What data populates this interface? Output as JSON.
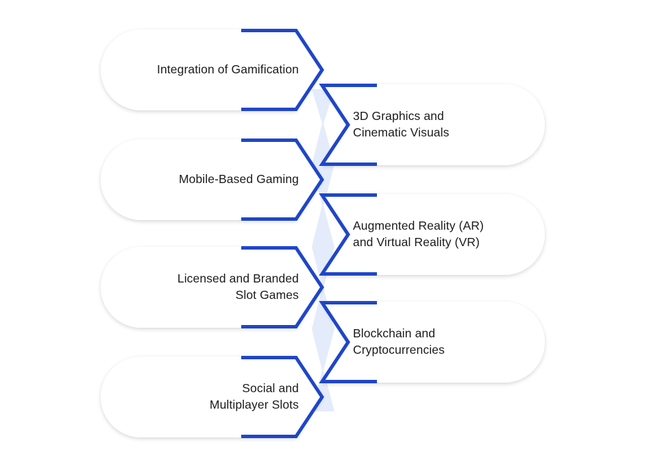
{
  "colors": {
    "accent": "#1f46c8",
    "connector": "#e4ebfb",
    "card": "#ffffff",
    "text": "#1b1b1b"
  },
  "items": [
    {
      "side": "left",
      "lines": [
        "Integration of Gamification"
      ]
    },
    {
      "side": "right",
      "lines": [
        "3D Graphics and",
        "Cinematic Visuals"
      ]
    },
    {
      "side": "left",
      "lines": [
        "Mobile-Based Gaming"
      ]
    },
    {
      "side": "right",
      "lines": [
        "Augmented Reality (AR)",
        "and Virtual Reality (VR)"
      ]
    },
    {
      "side": "left",
      "lines": [
        "Licensed and Branded",
        "Slot Games"
      ]
    },
    {
      "side": "right",
      "lines": [
        "Blockchain and",
        "Cryptocurrencies"
      ]
    },
    {
      "side": "left",
      "lines": [
        "Social and",
        "Multiplayer Slots"
      ]
    }
  ]
}
